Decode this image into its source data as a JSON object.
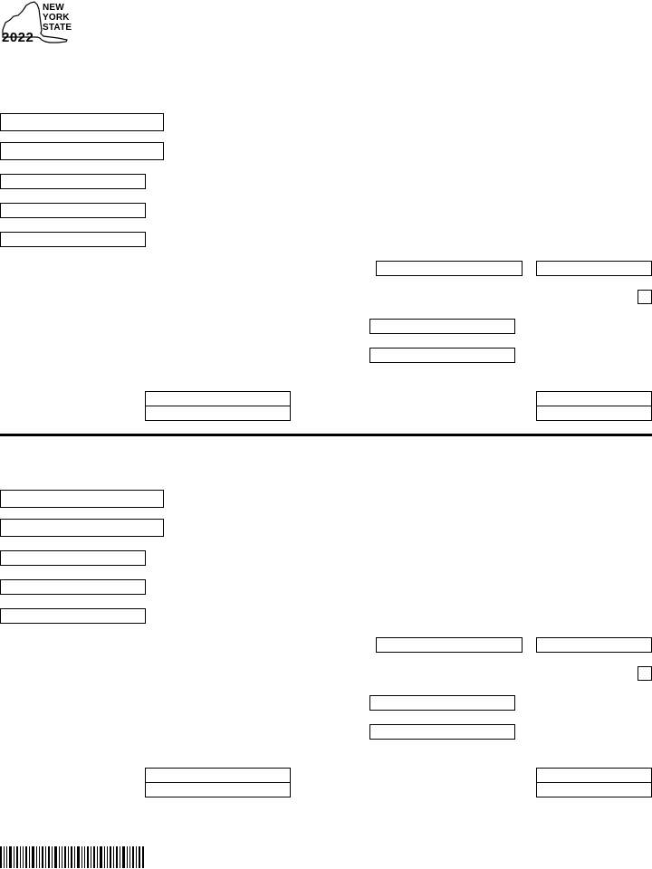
{
  "header": {
    "logo_word_1": "NEW",
    "logo_word_2": "YORK",
    "logo_word_3": "STATE",
    "tax_year": "2022"
  },
  "sections": [
    {
      "fields": [
        "",
        "",
        "",
        "",
        "",
        "",
        "",
        "",
        "",
        "",
        "",
        "",
        "",
        ""
      ],
      "checkbox_checked": false
    },
    {
      "fields": [
        "",
        "",
        "",
        "",
        "",
        "",
        "",
        "",
        "",
        "",
        "",
        "",
        "",
        ""
      ],
      "checkbox_checked": false
    }
  ],
  "barcode": {
    "icon": "barcode-icon"
  }
}
